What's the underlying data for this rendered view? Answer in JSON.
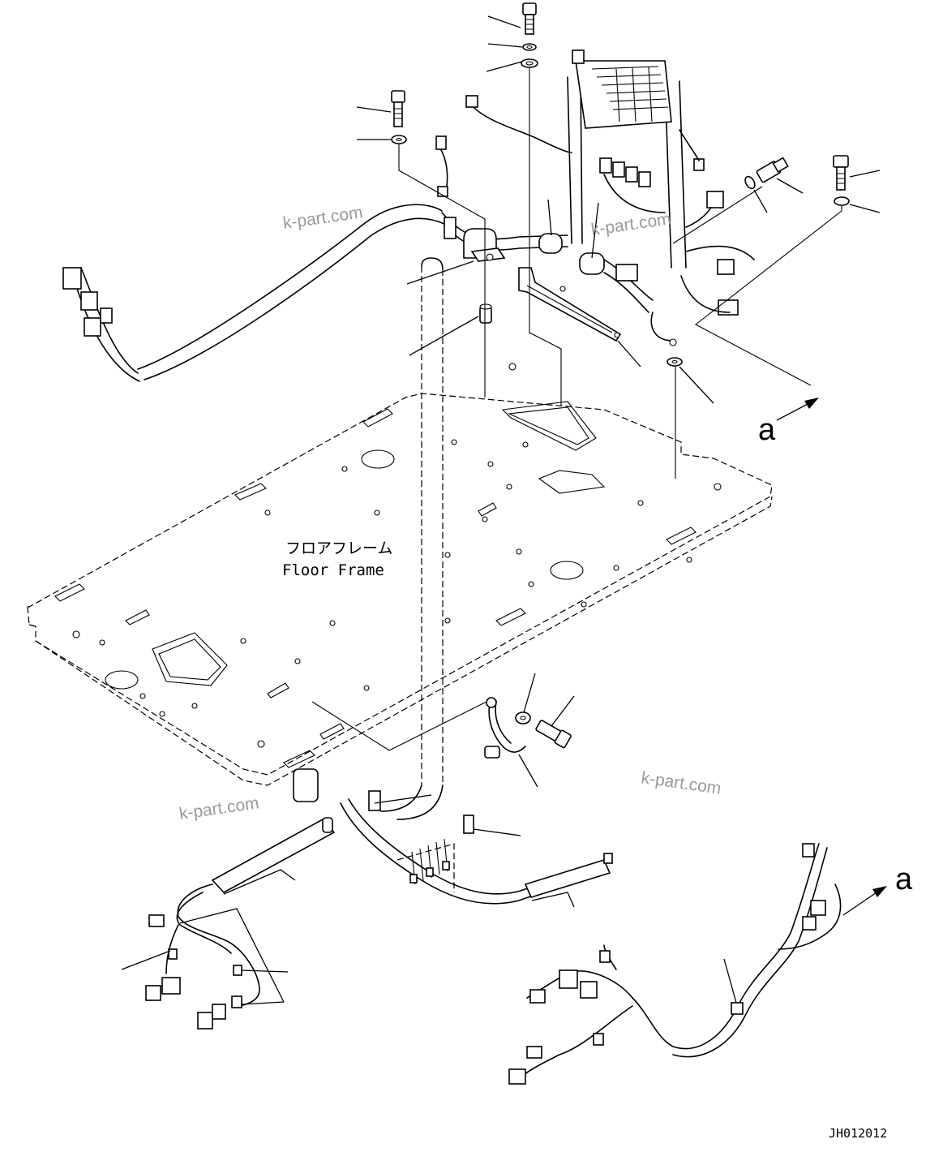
{
  "labels": {
    "floor_frame_jp": "フロアフレーム",
    "floor_frame_en": "Floor Frame",
    "view_arrow_top": "a",
    "view_arrow_bottom": "a",
    "drawing_code": "JH012012"
  },
  "watermarks": [
    "k-part.com",
    "k-part.com",
    "k-part.com",
    "k-part.com"
  ],
  "colors": {
    "ink": "#000000",
    "watermark": "#9a9a9a",
    "background": "#ffffff"
  }
}
